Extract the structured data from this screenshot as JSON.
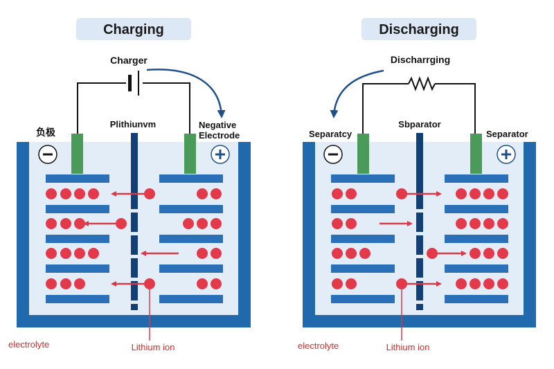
{
  "colors": {
    "frame": "#2069ad",
    "electrolyte": "#e3edf7",
    "plate": "#2a70b8",
    "separator": "#123f75",
    "terminal": "#4a9b5a",
    "ion": "#e23a4b",
    "arrow": "#d93a48",
    "wire": "#111111",
    "current_arrow": "#1e4f8a",
    "title_bg": "#dce8f6",
    "red_text": "#d42a2a"
  },
  "left": {
    "title": "Charging",
    "source_label": "Charger",
    "separator_label": "Plithiunvm",
    "negative_label": "负极",
    "right_top_label": "Negative Electrode",
    "electrolyte_label": "electrolyte",
    "ion_label": "Lithium ion",
    "minus_sign": "−",
    "plus_sign": "+"
  },
  "right": {
    "title": "Discharging",
    "source_label": "Discharrging",
    "separator_label": "Sbparator",
    "left_top_label": "Separatcy",
    "right_top_label": "Separator",
    "electrolyte_label": "electrolyte",
    "ion_label": "Lithium ion",
    "minus_sign": "−",
    "plus_sign": "+"
  },
  "icons": {
    "negative_terminal": "minus-circle-icon",
    "positive_terminal": "plus-circle-icon",
    "battery_symbol": "battery-icon",
    "resistor_symbol": "resistor-icon",
    "current_flow": "curved-arrow-icon"
  }
}
